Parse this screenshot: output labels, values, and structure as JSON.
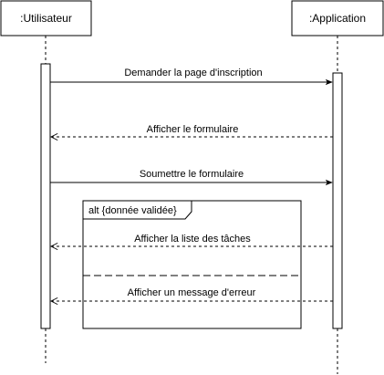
{
  "diagram": {
    "participants": [
      {
        "id": "user",
        "label": ":Utilisateur"
      },
      {
        "id": "app",
        "label": ":Application"
      }
    ],
    "messages": [
      {
        "label": "Demander la page d'inscription",
        "from": "user",
        "to": "app",
        "style": "solid"
      },
      {
        "label": "Afficher le formulaire",
        "from": "app",
        "to": "user",
        "style": "dashed"
      },
      {
        "label": "Soumettre le formulaire",
        "from": "user",
        "to": "app",
        "style": "solid"
      },
      {
        "label": "Afficher la liste des tâches",
        "from": "app",
        "to": "user",
        "style": "dashed"
      },
      {
        "label": "Afficher un message  d'erreur",
        "from": "app",
        "to": "user",
        "style": "dashed"
      }
    ],
    "fragment": {
      "operator": "alt",
      "guard": "alt {donnée validée}"
    },
    "colors": {
      "stroke": "#000000",
      "background": "#ffffff"
    }
  }
}
